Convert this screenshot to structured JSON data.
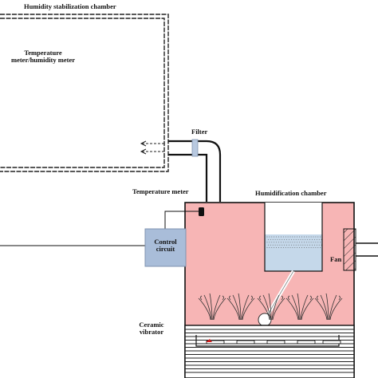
{
  "labels": {
    "stabilization_chamber": "Humidity stabilization chamber",
    "temp_humidity_meter_line1": "Temperature",
    "temp_humidity_meter_line2": "meter/humidity meter",
    "filter": "Filter",
    "temperature_meter": "Temperature meter",
    "humidification_chamber": "Humidification chamber",
    "control_circuit_line1": "Control",
    "control_circuit_line2": "circuit",
    "fan": "Fan",
    "ceramic_vibrator_line1": "Ceramic",
    "ceramic_vibrator_line2": "vibrator"
  },
  "colors": {
    "humidification_fill": "#f7b5b5",
    "control_circuit_fill": "#a9bdd9",
    "filter_fill": "#b8c9e0",
    "fan_fill": "#8e9fba",
    "mist_fill": "#c5d8ea",
    "water_fill": "#f3f6fa",
    "vibrator_marker": "#d42020",
    "line": "#111111"
  }
}
